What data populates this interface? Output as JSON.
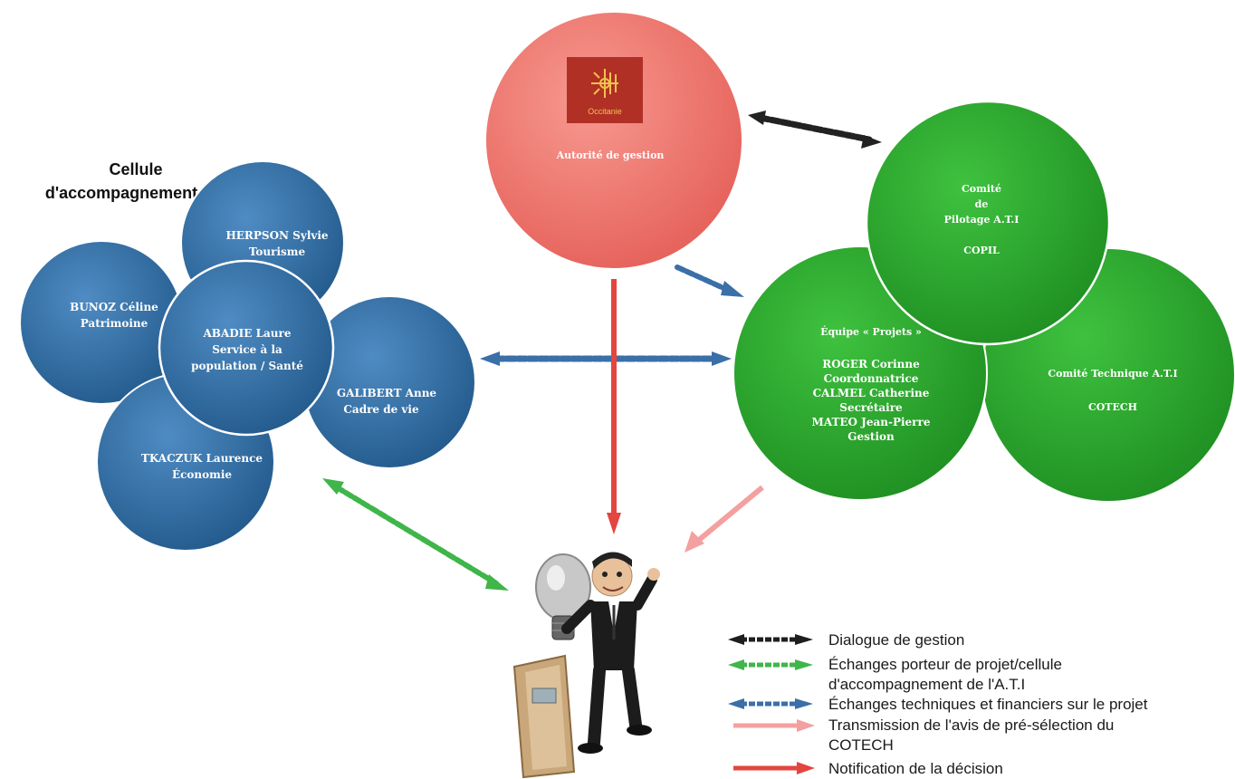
{
  "title": {
    "line1": "Cellule",
    "line2": "d'accompagnement"
  },
  "authority": {
    "logo_text": "Occitanie",
    "label": "Autorité de gestion"
  },
  "cellule_members": [
    {
      "name": "HERPSON Sylvie",
      "role": "Tourisme"
    },
    {
      "name": "BUNOZ Céline",
      "role": "Patrimoine"
    },
    {
      "name": "GALIBERT Anne",
      "role": "Cadre de vie"
    },
    {
      "name": "TKACZUK Laurence",
      "role": "Économie"
    },
    {
      "name": "ABADIE Laure",
      "role_line1": "Service à la",
      "role_line2": "population / Santé"
    }
  ],
  "copil": {
    "line1": "Comité",
    "line2": "de",
    "line3": "Pilotage A.T.I",
    "abbr": "COPIL"
  },
  "equipe": {
    "title": "Équipe « Projets »",
    "lines": [
      "ROGER Corinne",
      "Coordonnatrice",
      "CALMEL Catherine",
      "Secrétaire",
      "MATEO Jean-Pierre",
      "Gestion"
    ]
  },
  "cotech": {
    "label": "Comité Technique A.T.I",
    "abbr": "COTECH"
  },
  "legend": {
    "items": [
      {
        "lines": [
          "Dialogue de gestion"
        ],
        "color": "#1e1e1e"
      },
      {
        "lines": [
          "Échanges porteur de projet/cellule",
          "d'accompagnement de l'A.T.I"
        ],
        "color": "#3fb54a"
      },
      {
        "lines": [
          "Échanges techniques et financiers sur le projet"
        ],
        "color": "#3a6fa8"
      },
      {
        "lines": [
          "Transmission de l'avis de pré-sélection du",
          "COTECH"
        ],
        "color": "#f4a0a0"
      },
      {
        "lines": [
          "Notification de la décision"
        ],
        "color": "#e4453e"
      }
    ]
  },
  "colors": {
    "blue": "#2f6ea3",
    "green": "#29a629",
    "salmon": "#f07c74",
    "logo_bg": "#b03025",
    "logo_fg": "#f2c14e"
  }
}
